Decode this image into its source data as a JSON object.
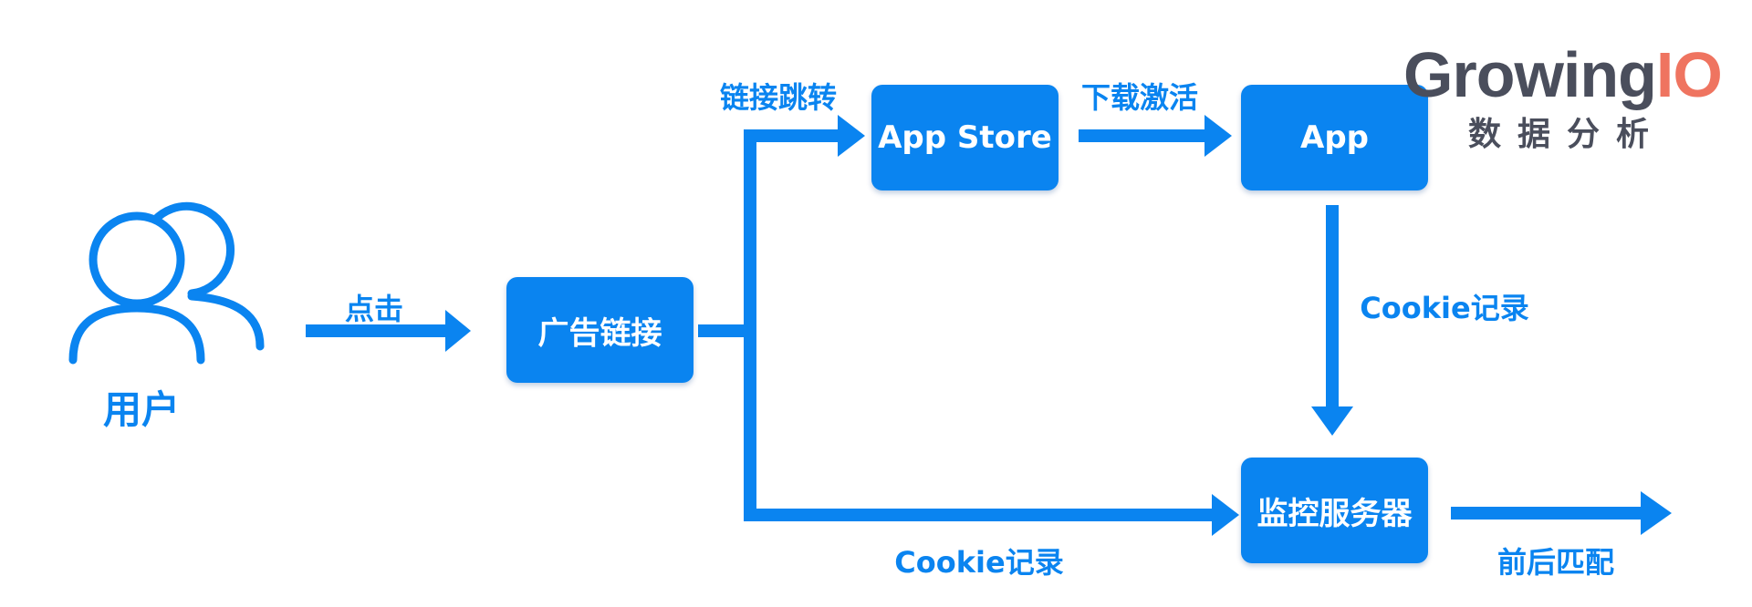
{
  "colors": {
    "accent": "#0a84f0",
    "logo_text": "#4a4e5c",
    "logo_accent": "#ef7460"
  },
  "nodes": {
    "user": {
      "label": "用户",
      "icon": "users-icon"
    },
    "ad_link": {
      "label": "广告链接"
    },
    "app_store": {
      "label": "App Store"
    },
    "app": {
      "label": "App"
    },
    "monitor_server": {
      "label": "监控服务器"
    }
  },
  "edges": {
    "click": {
      "label": "点击"
    },
    "link_redirect": {
      "label": "链接跳转"
    },
    "download_activate": {
      "label": "下载激活"
    },
    "cookie_record_app": {
      "label": "Cookie记录"
    },
    "cookie_record_ad": {
      "label": "Cookie记录"
    },
    "match": {
      "label": "前后匹配"
    }
  },
  "logo": {
    "brand_prefix": "Growing",
    "brand_suffix": "IO",
    "tagline": "数据分析"
  }
}
